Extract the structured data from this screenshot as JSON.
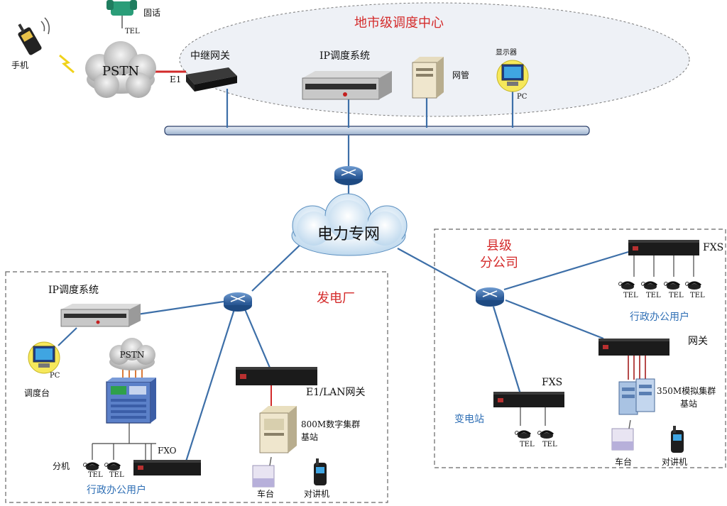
{
  "center": {
    "title": "地市级调度中心",
    "relay_gateway": "中继网关",
    "e1": "E1",
    "ip_dispatch": "IP调度系统",
    "netmgmt": "网管",
    "monitor": "显示器"
  },
  "pstn_top": {
    "cloud": "PSTN",
    "mobile": "手机",
    "landline": "固话"
  },
  "network": {
    "cloud": "电力专网"
  },
  "plant": {
    "title": "发电厂",
    "ip_dispatch": "IP调度系统",
    "console": "调度台",
    "pstn": "PSTN",
    "fxo": "FXO",
    "extension": "分机",
    "office_users": "行政办公用户",
    "e1lan": "E1/LAN网关",
    "bs800": [
      "800M数字集群",
      "基站"
    ],
    "vehicle": "车台",
    "walkie": "对讲机"
  },
  "county": {
    "title": [
      "县级",
      "分公司"
    ],
    "fxs_top": "FXS",
    "office_users": "行政办公用户",
    "gateway": "网关",
    "bs350": [
      "350M模拟集群",
      "基站"
    ],
    "vehicle": "车台",
    "walkie": "对讲机",
    "fxs_sub": "FXS",
    "substation": "变电站"
  },
  "icon_labels": {
    "tel": "TEL",
    "pc": "PC"
  }
}
